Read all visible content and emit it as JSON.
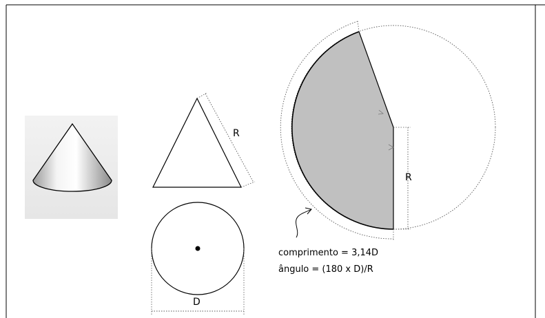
{
  "labels": {
    "slant_height": "R",
    "sector_radius": "R",
    "diameter": "D",
    "arc_length_formula": "comprimento = 3,14D",
    "sector_angle_formula": "ângulo = (180 x D)/R"
  },
  "colors": {
    "sector_fill": "#c0c0c0",
    "line": "#000000",
    "dotted_line": "#555555",
    "background": "#ffffff"
  }
}
